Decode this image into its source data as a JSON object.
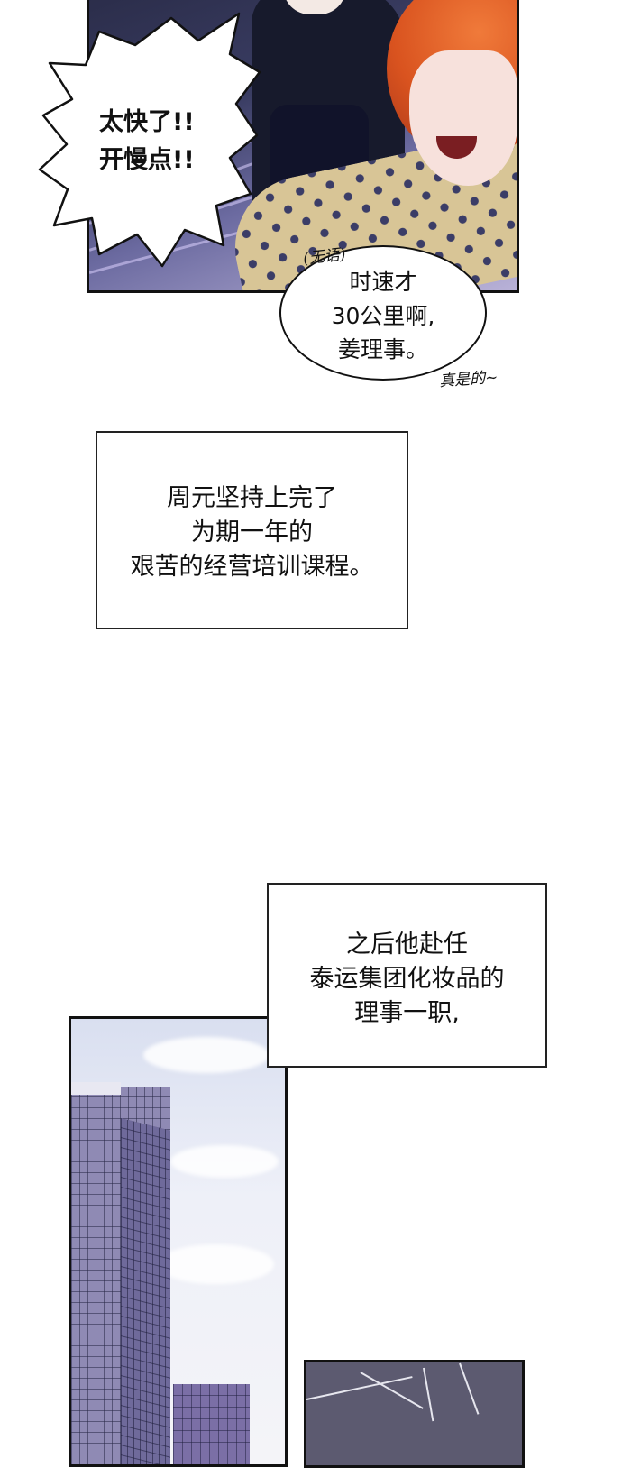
{
  "panel1": {
    "shout_line1": "太快了!!",
    "shout_line2": "开慢点!!",
    "aside_speechless": "(无语)",
    "reply_line1": "时速才",
    "reply_line2": "30公里啊,",
    "reply_line3": "姜理事。",
    "aside_sigh": "真是的~"
  },
  "narration1": {
    "line1": "周元坚持上完了",
    "line2": "为期一年的",
    "line3": "艰苦的经营培训课程。"
  },
  "narration2": {
    "line1": "之后他赴任",
    "line2": "泰运集团化妆品的",
    "line3": "理事一职,"
  }
}
